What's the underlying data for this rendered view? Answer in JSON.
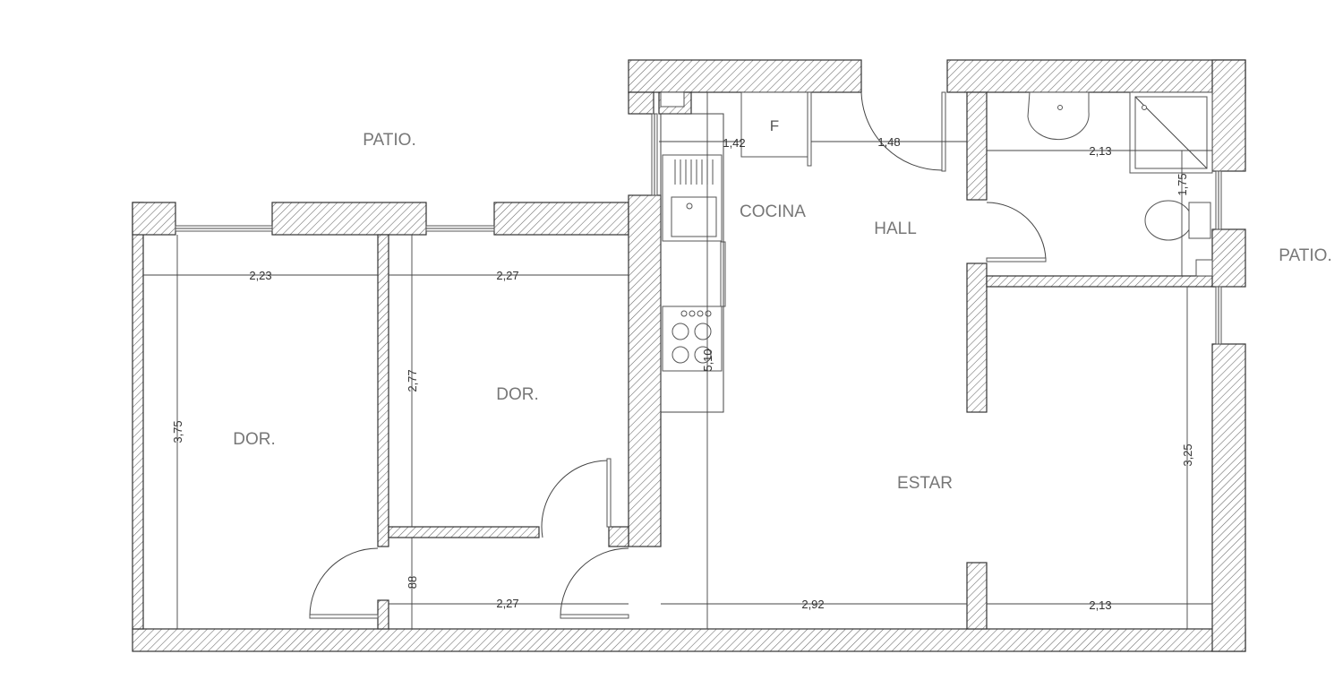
{
  "rooms": {
    "patio_top": "PATIO.",
    "patio_right": "PATIO.",
    "cocina": "COCINA",
    "hall": "HALL",
    "dor_left": "DOR.",
    "dor_mid": "DOR.",
    "estar": "ESTAR"
  },
  "fixtures": {
    "fridge": "F"
  },
  "dimensions": {
    "kitchen_width": "1,42",
    "hall_width": "1,48",
    "bath_width": "2,13",
    "bath_depth": "1,75",
    "dor_left_width": "2,23",
    "dor_left_depth": "3,75",
    "dor_mid_width": "2,27",
    "dor_mid_depth": "2,77",
    "corridor_depth": "88",
    "corridor_width": "2,27",
    "living_depth": "5,10",
    "living_width": "2,92",
    "estar_right_width": "2,13",
    "estar_right_depth": "3,25"
  }
}
